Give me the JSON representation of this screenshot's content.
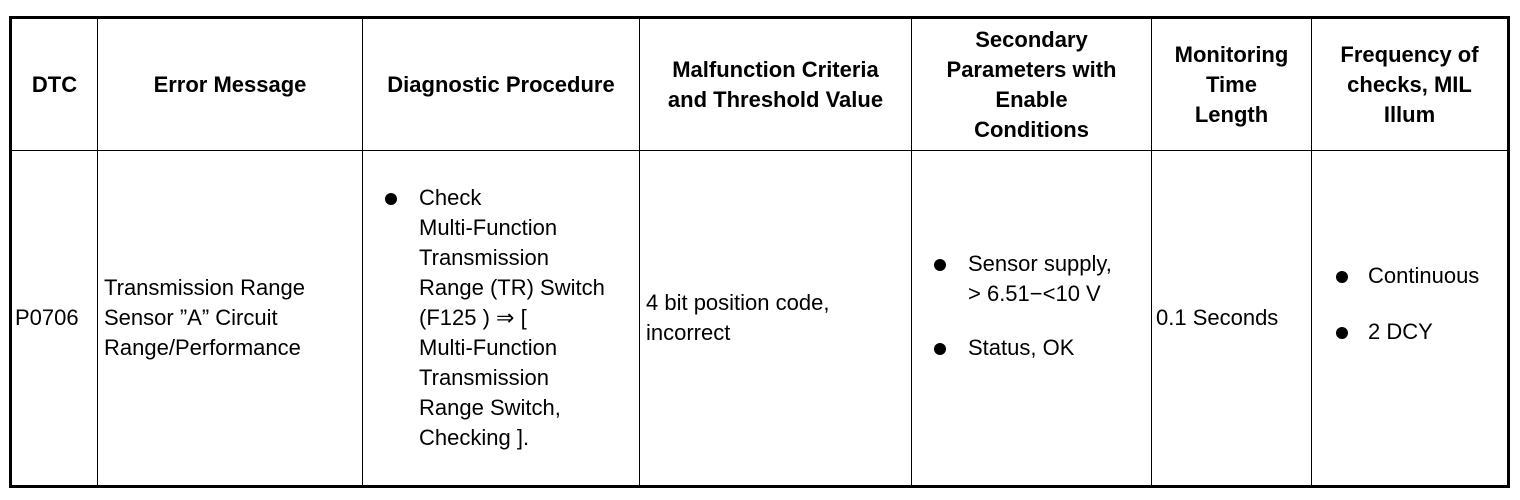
{
  "headers": {
    "dtc": [
      "DTC"
    ],
    "error_message": [
      "Error Message"
    ],
    "diagnostic_procedure": [
      "Diagnostic Procedure"
    ],
    "malfunction_criteria": [
      "Malfunction Criteria",
      "and Threshold Value"
    ],
    "secondary_parameters": [
      "Secondary",
      "Parameters with",
      "Enable",
      "Conditions"
    ],
    "monitoring_time": [
      "Monitoring",
      "Time",
      "Length"
    ],
    "frequency": [
      "Frequency of",
      "checks, MIL",
      "Illum"
    ]
  },
  "row": {
    "dtc": "P0706",
    "error_message": [
      "Transmission Range",
      "Sensor ”A” Circuit",
      "Range/Performance"
    ],
    "diagnostic_procedure": [
      "Check",
      "Multi-Function",
      "Transmission",
      "Range (TR) Switch",
      "(F125 ) ⇒ [",
      "Multi-Function",
      "Transmission",
      "Range Switch,",
      "Checking ]."
    ],
    "malfunction_criteria": [
      "4 bit position code,",
      "incorrect"
    ],
    "secondary_parameters": [
      [
        "Sensor supply,",
        "> 6.51−<10 V"
      ],
      [
        "Status, OK"
      ]
    ],
    "monitoring_time": "0.1 Seconds",
    "frequency": [
      "Continuous",
      "2 DCY"
    ]
  }
}
